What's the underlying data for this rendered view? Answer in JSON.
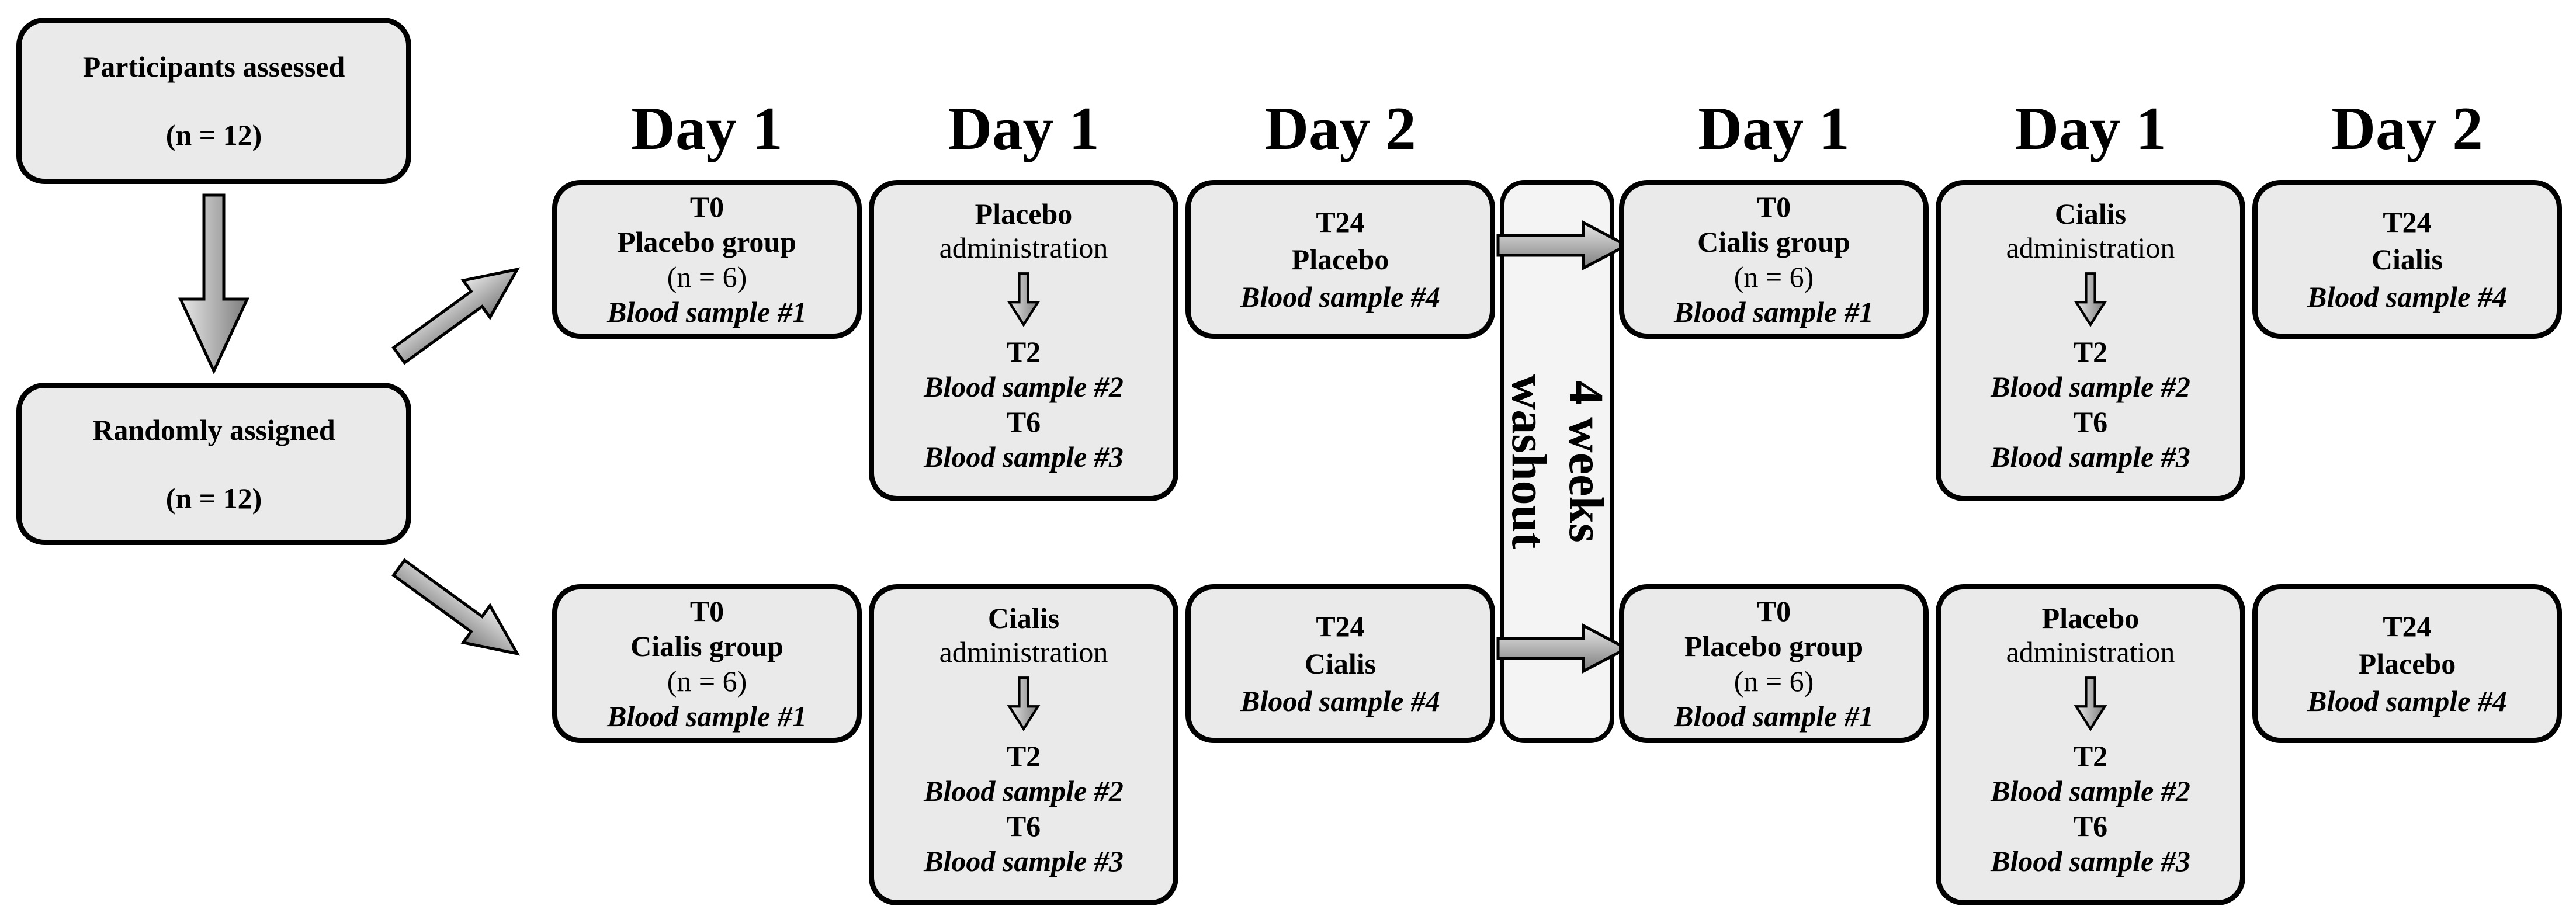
{
  "left_flow": {
    "assessed": {
      "title": "Participants assessed",
      "count": "(n = 12)"
    },
    "assigned": {
      "title": "Randomly assigned",
      "count": "(n = 12)"
    }
  },
  "day_headers": [
    "Day 1",
    "Day 1",
    "Day 2",
    "Day 1",
    "Day 1",
    "Day 2"
  ],
  "washout": {
    "duration": "4 weeks",
    "label": "washout"
  },
  "periods": [
    {
      "rows": [
        {
          "baseline": {
            "time": "T0",
            "group": "Placebo group",
            "count": "(n = 6)",
            "sample": "Blood sample #1"
          },
          "administration": {
            "drug": "Placebo",
            "action": "administration",
            "time_a": "T2",
            "sample_a": "Blood sample #2",
            "time_b": "T6",
            "sample_b": "Blood sample #3"
          },
          "final": {
            "time": "T24",
            "drug": "Placebo",
            "sample": "Blood sample #4"
          }
        },
        {
          "baseline": {
            "time": "T0",
            "group": "Cialis group",
            "count": "(n = 6)",
            "sample": "Blood sample #1"
          },
          "administration": {
            "drug": "Cialis",
            "action": "administration",
            "time_a": "T2",
            "sample_a": "Blood sample #2",
            "time_b": "T6",
            "sample_b": "Blood sample #3"
          },
          "final": {
            "time": "T24",
            "drug": "Cialis",
            "sample": "Blood sample #4"
          }
        }
      ]
    },
    {
      "rows": [
        {
          "baseline": {
            "time": "T0",
            "group": "Cialis group",
            "count": "(n = 6)",
            "sample": "Blood sample #1"
          },
          "administration": {
            "drug": "Cialis",
            "action": "administration",
            "time_a": "T2",
            "sample_a": "Blood sample #2",
            "time_b": "T6",
            "sample_b": "Blood sample #3"
          },
          "final": {
            "time": "T24",
            "drug": "Cialis",
            "sample": "Blood sample #4"
          }
        },
        {
          "baseline": {
            "time": "T0",
            "group": "Placebo group",
            "count": "(n = 6)",
            "sample": "Blood sample #1"
          },
          "administration": {
            "drug": "Placebo",
            "action": "administration",
            "time_a": "T2",
            "sample_a": "Blood sample #2",
            "time_b": "T6",
            "sample_b": "Blood sample #3"
          },
          "final": {
            "time": "T24",
            "drug": "Placebo",
            "sample": "Blood sample #4"
          }
        }
      ]
    }
  ],
  "colors": {
    "box_fill": "#eaeaea",
    "washout_fill": "#f4f4f4",
    "border": "#000000",
    "arrow_light": "#e8e8e8",
    "arrow_dark": "#7d7d7d"
  }
}
